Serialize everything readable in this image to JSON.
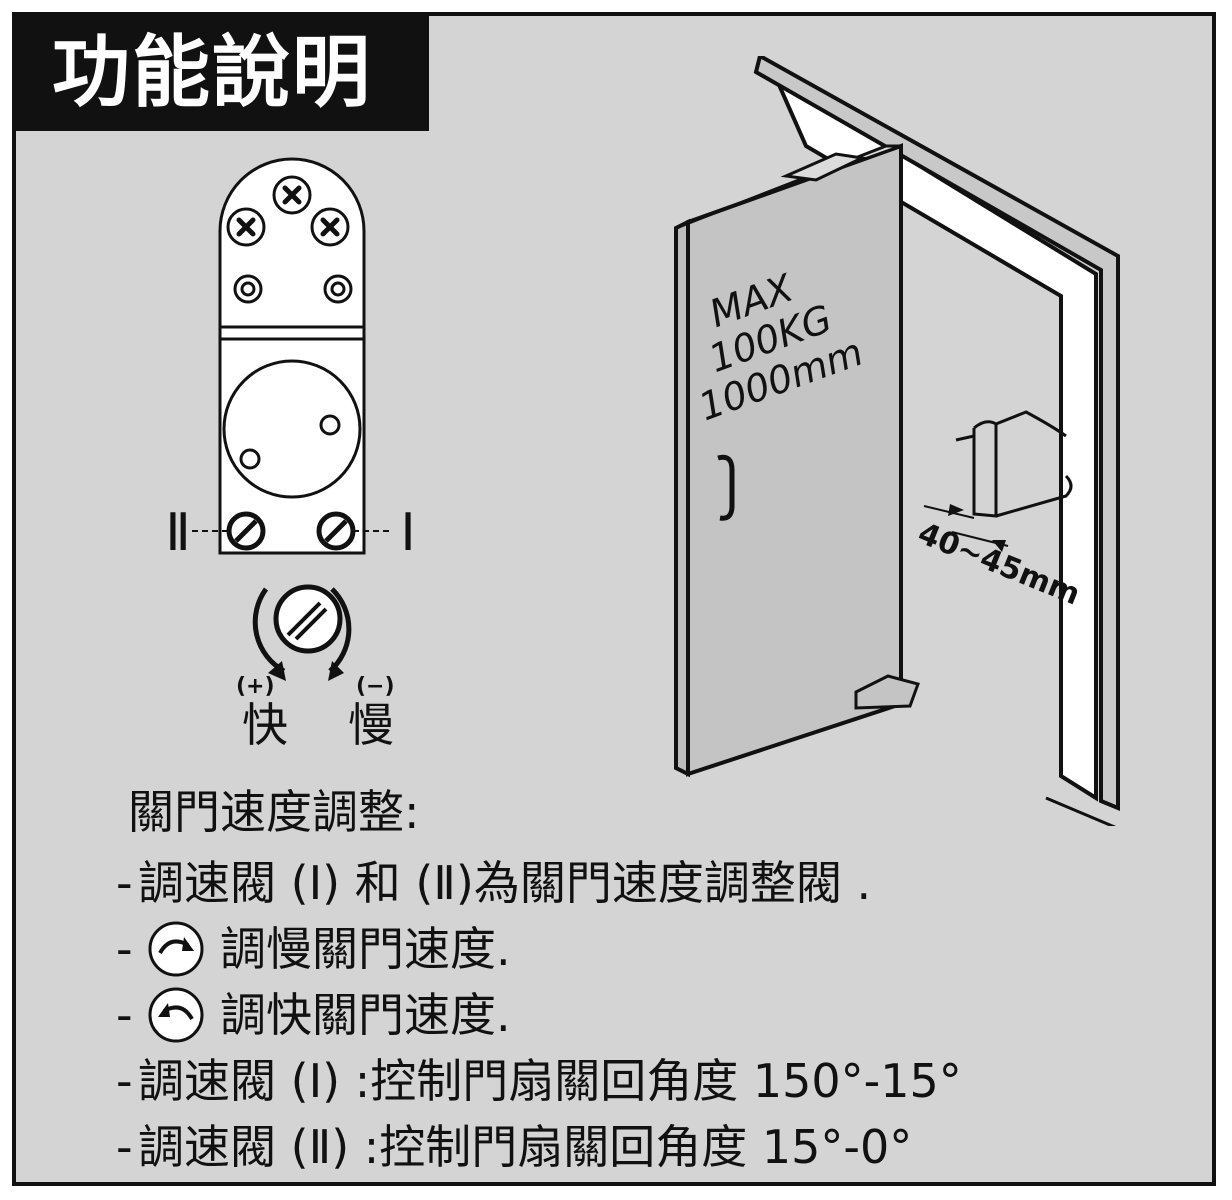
{
  "title": "功能說明",
  "door": {
    "max_label": "MAX",
    "weight": "100KG",
    "width": "1000mm",
    "thickness": "40~45mm"
  },
  "valve": {
    "label_2": "Ⅱ",
    "label_1": "Ⅰ",
    "plus": "(+)",
    "minus": "(−)",
    "fast": "快",
    "slow": "慢"
  },
  "notes": {
    "heading": "關門速度調整:",
    "line1": "調速閥 (Ⅰ) 和 (Ⅱ)為關門速度調整閥 .",
    "line2": "調慢關門速度.",
    "line3": "調快關門速度.",
    "line4": "調速閥 (Ⅰ) :控制門扇關回角度 150°-15°",
    "line5": "調速閥 (Ⅱ) :控制門扇關回角度 15°-0°"
  },
  "colors": {
    "panel": "#d4d4d4",
    "ink": "#111111",
    "door": "#c4c4c4",
    "device": "#ffffff"
  },
  "icons": [
    "phillips-screw-icon",
    "slot-screw-icon",
    "clockwise-arrow-icon",
    "counterclockwise-arrow-icon"
  ]
}
